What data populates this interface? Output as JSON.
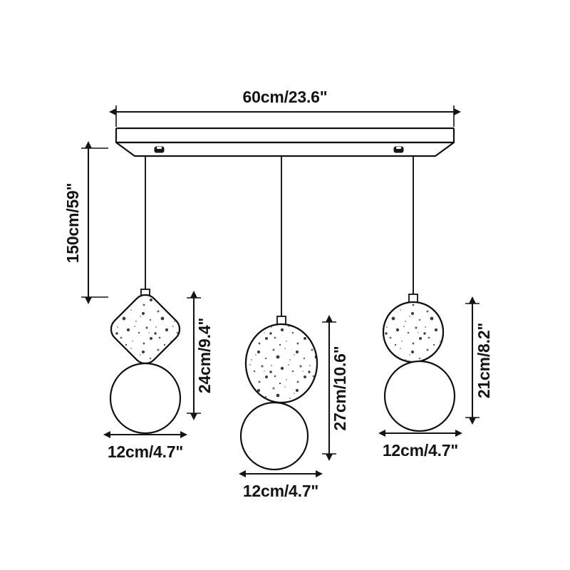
{
  "drawing": {
    "title": "Pendant Light Dimension Drawing",
    "units_note": "cm/in",
    "line_color": "#111111",
    "text_color": "#141414",
    "background": "#ffffff",
    "speckle_color": "#5e5e5e"
  },
  "dimensions": {
    "overall_width": {
      "label": "60cm/23.6\"",
      "cm": 60,
      "inches": 23.6,
      "applies_to": "canopy-bar"
    },
    "drop_height": {
      "label": "150cm/59\"",
      "cm": 150,
      "inches": 59,
      "applies_to": "max-suspension-drop"
    },
    "pendant_left_height": {
      "label": "24cm/9.4\"",
      "cm": 24,
      "inches": 9.4,
      "applies_to": "pendant-left"
    },
    "pendant_middle_height": {
      "label": "27cm/10.6\"",
      "cm": 27,
      "inches": 10.6,
      "applies_to": "pendant-middle"
    },
    "pendant_right_height": {
      "label": "21cm/8.2\"",
      "cm": 21,
      "inches": 8.2,
      "applies_to": "pendant-right"
    },
    "pendant_left_width": {
      "label": "12cm/4.7\"",
      "cm": 12,
      "inches": 4.7,
      "applies_to": "pendant-left"
    },
    "pendant_middle_width": {
      "label": "12cm/4.7\"",
      "cm": 12,
      "inches": 4.7,
      "applies_to": "pendant-middle"
    },
    "pendant_right_width": {
      "label": "12cm/4.7\"",
      "cm": 12,
      "inches": 4.7,
      "applies_to": "pendant-right"
    }
  },
  "parts": {
    "canopy": {
      "name": "Rectangular canopy bar",
      "shape": "trapezoid-with-top-rail",
      "fitting_count": 2
    },
    "pendants": [
      {
        "id": "left",
        "top_shape": "rounded-diamond",
        "top_textured": true,
        "bottom_shape": "circle",
        "bottom_textured": false
      },
      {
        "id": "middle",
        "top_shape": "oval",
        "top_textured": true,
        "bottom_shape": "circle",
        "bottom_textured": false
      },
      {
        "id": "right",
        "top_shape": "circle",
        "top_textured": true,
        "bottom_shape": "circle",
        "bottom_textured": false
      }
    ]
  }
}
